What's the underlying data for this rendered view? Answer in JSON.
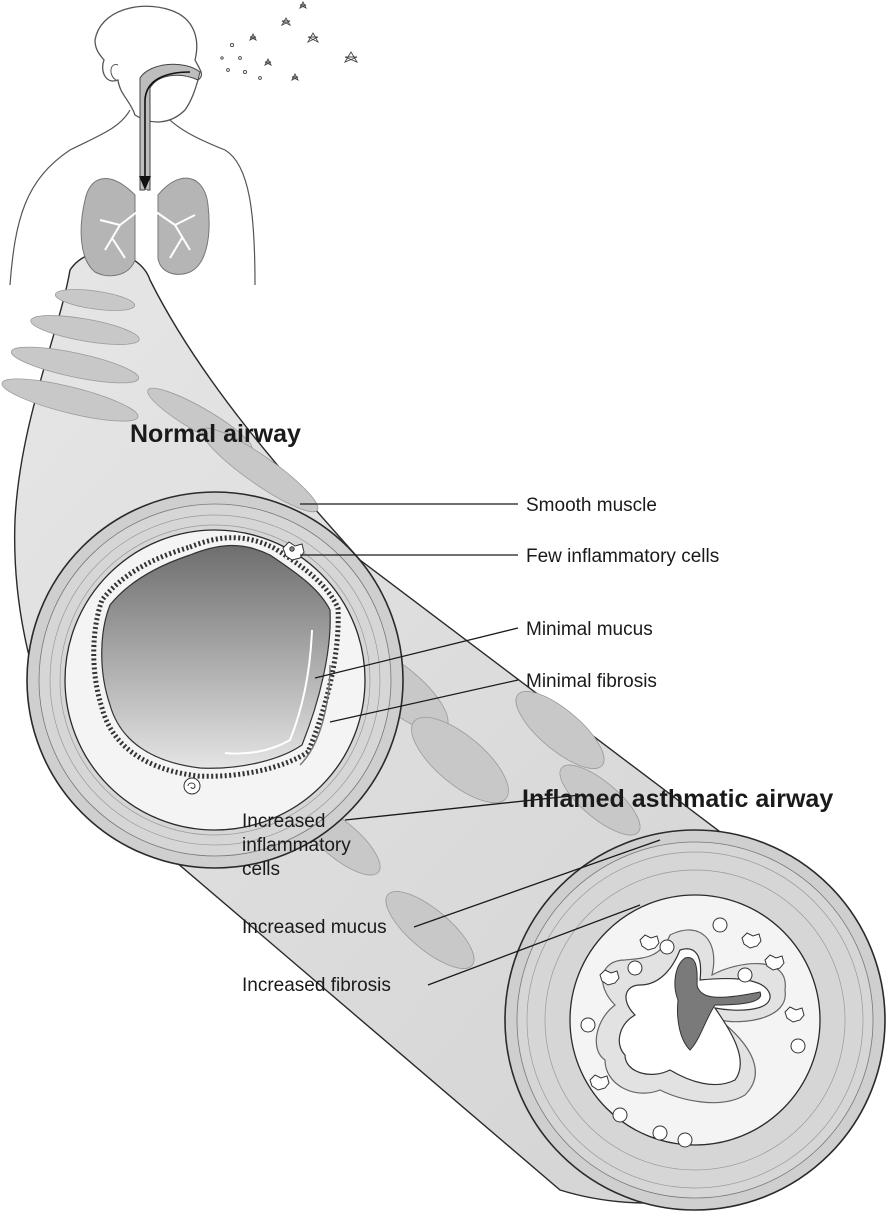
{
  "titles": {
    "normal": "Normal airway",
    "asthmatic": "Inflamed asthmatic airway"
  },
  "normal_labels": {
    "smooth_muscle": "Smooth muscle",
    "few_inflammatory": "Few inflammatory cells",
    "minimal_mucus": "Minimal mucus",
    "minimal_fibrosis": "Minimal fibrosis"
  },
  "asthmatic_labels": {
    "increased_inflammatory": [
      "Increased",
      "inflammatory",
      "cells"
    ],
    "increased_mucus": "Increased mucus",
    "increased_fibrosis": "Increased fibrosis"
  },
  "colors": {
    "tube": "#d9d9d9",
    "tube_shadow": "#b8b8b8",
    "muscle_ring": "#cfcfcf",
    "lumen_dark": "#6e6e6e",
    "lumen_light": "#d8d8d8",
    "mucosa": "#f2f2f2",
    "ink": "#1a1a1a"
  }
}
